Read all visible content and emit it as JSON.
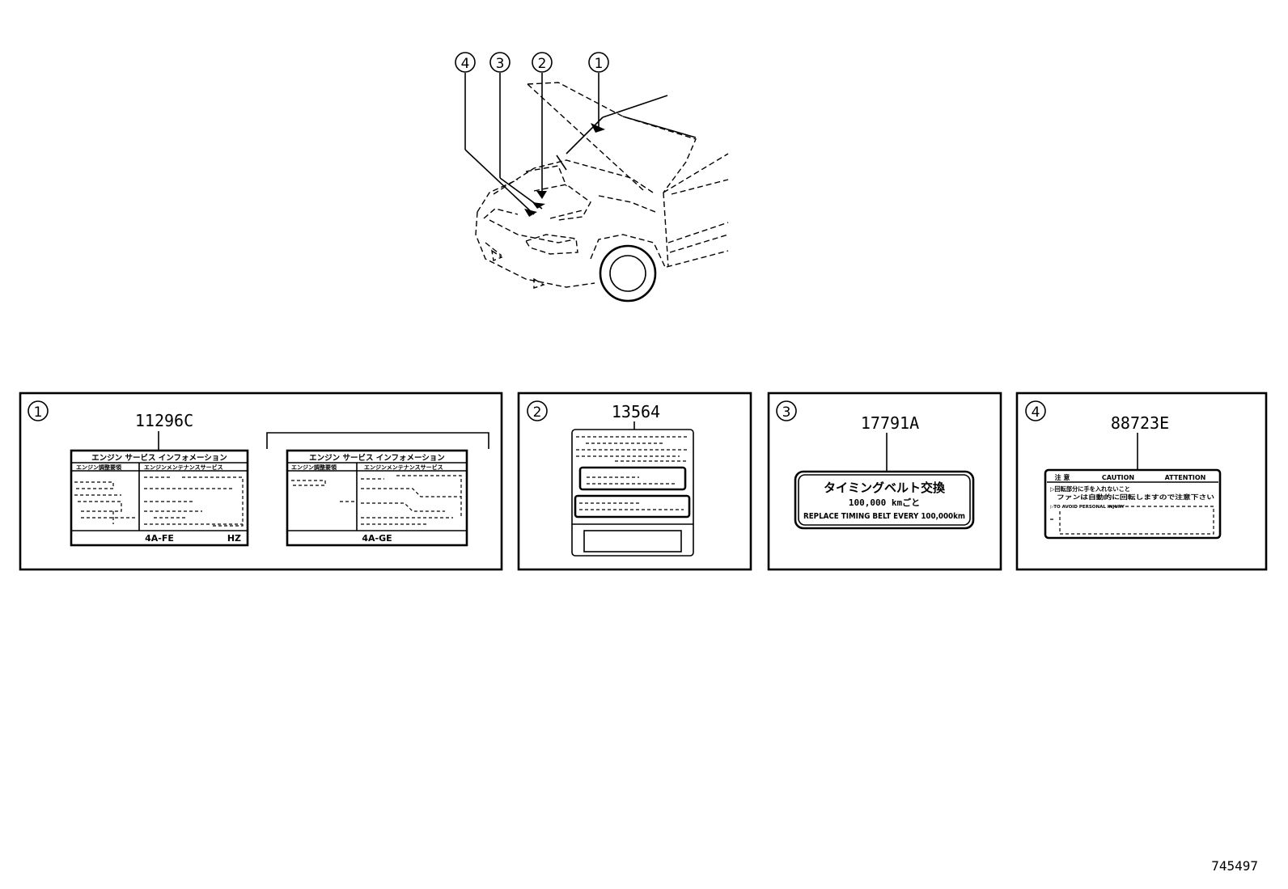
{
  "overview": {
    "callouts": [
      "4",
      "3",
      "2",
      "1"
    ]
  },
  "panels": [
    {
      "number": "1",
      "part_number": "11296C",
      "labels": [
        {
          "header": "エンジン サービス インフォメーション",
          "left_head": "エンジン調整要領",
          "right_head": "エンジンメンテナンスサービス",
          "footer": "4A-FE",
          "footer_right": "HZ"
        },
        {
          "header": "エンジン サービス インフォメーション",
          "left_head": "エンジン調整要領",
          "right_head": "エンジンメンテナンスサービス",
          "footer": "4A-GE",
          "footer_right": ""
        }
      ]
    },
    {
      "number": "2",
      "part_number": "13564"
    },
    {
      "number": "3",
      "part_number": "17791A",
      "label_line1": "タイミングベルト交換",
      "label_line2": "100,000 kmごと",
      "label_line3": "REPLACE TIMING BELT EVERY 100,000km"
    },
    {
      "number": "4",
      "part_number": "88723E",
      "label_header": [
        "注 意",
        "CAUTION",
        "ATTENTION"
      ],
      "label_line1": "▷回転部分に手を入れないこと",
      "label_line2": "ファンは自動的に回転しますので注意下さい",
      "label_line3": "▷TO AVOID PERSONAL INJURY"
    }
  ],
  "figure_id": "745497"
}
